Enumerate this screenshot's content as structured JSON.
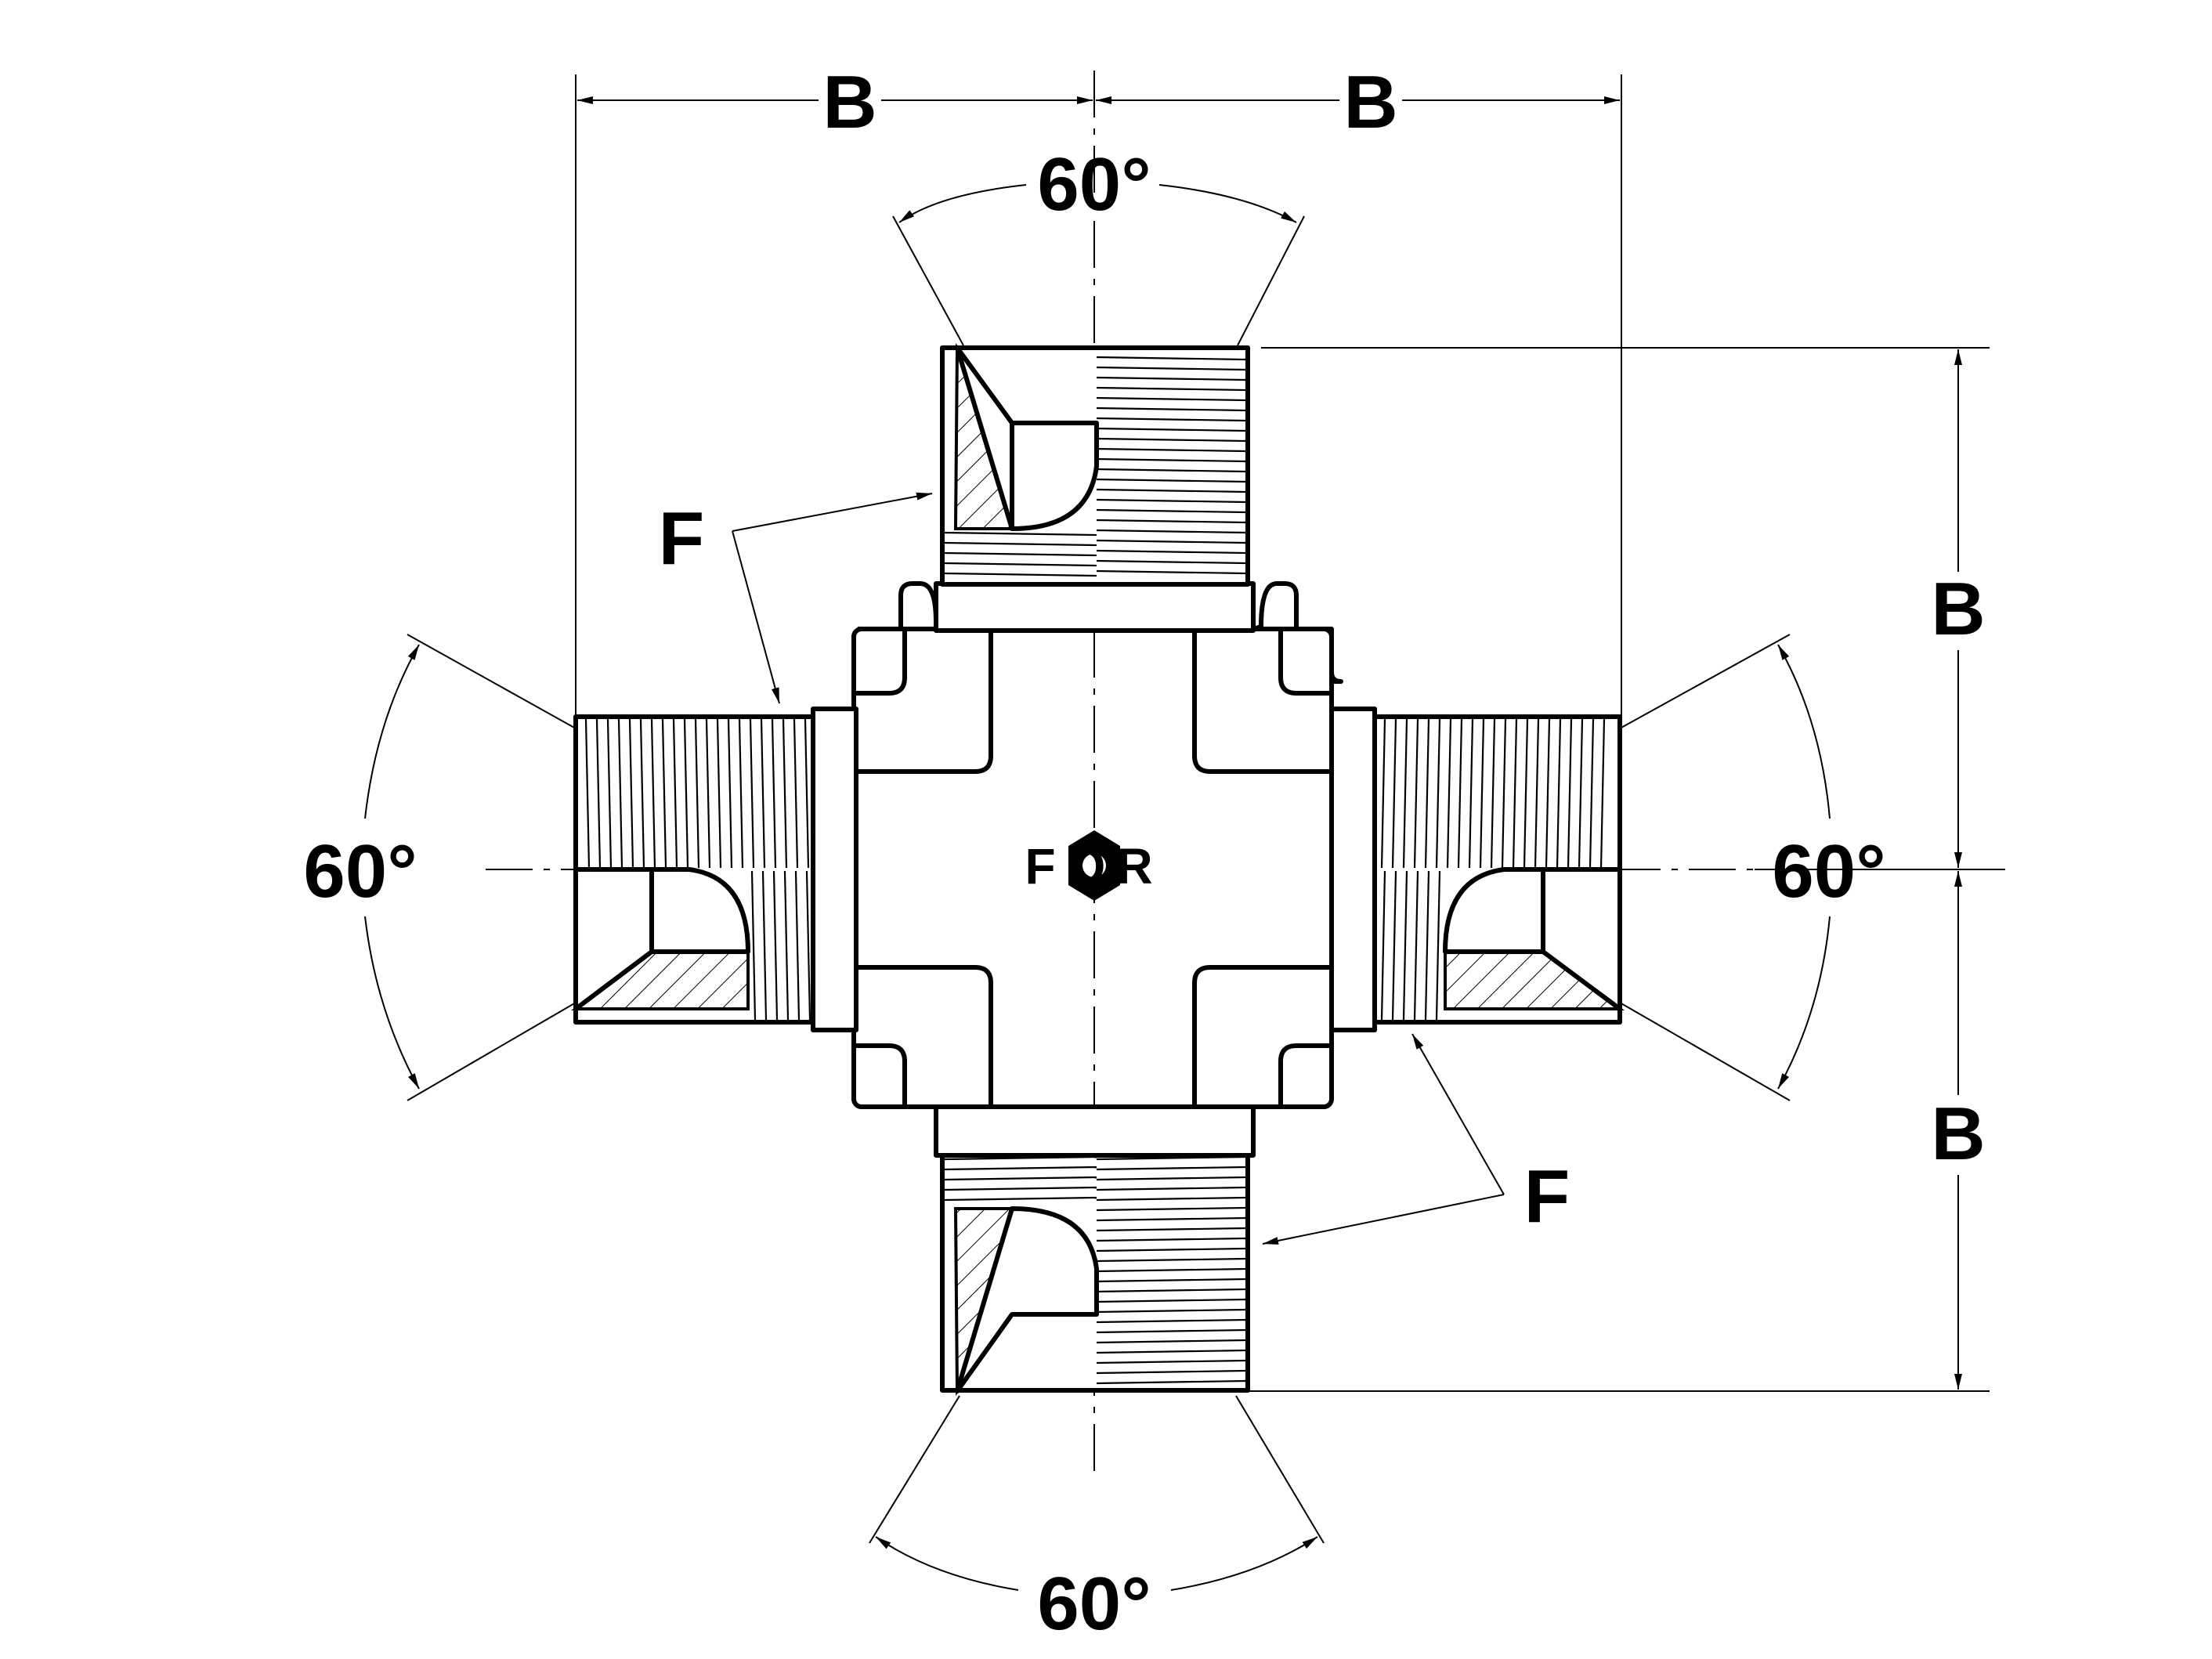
{
  "diagram": {
    "labels": {
      "b_top_left": "B",
      "b_top_right": "B",
      "b_right_upper": "B",
      "b_right_lower": "B",
      "angle_top": "60°",
      "angle_bottom": "60°",
      "angle_left": "60°",
      "angle_right": "60°",
      "f_upper": "F",
      "f_lower": "F",
      "logo": "FOR"
    },
    "colors": {
      "line": "#000000",
      "background": "#ffffff"
    }
  }
}
